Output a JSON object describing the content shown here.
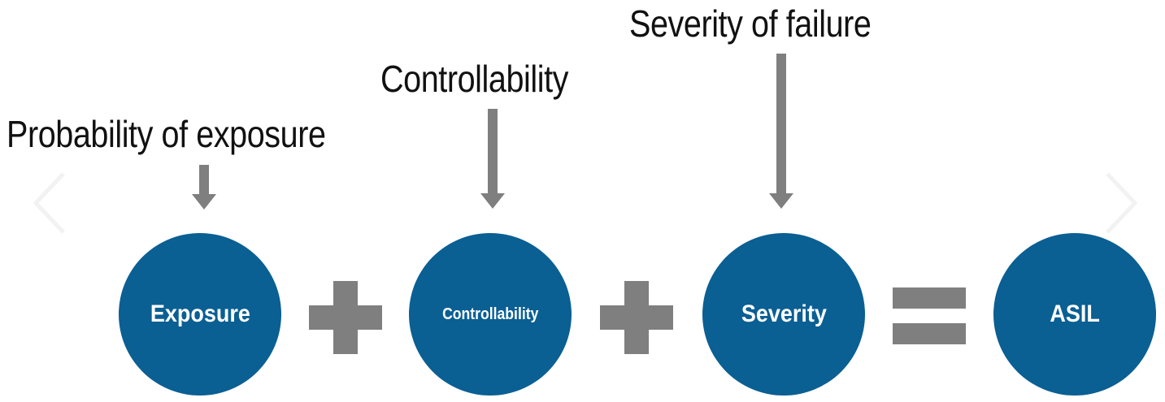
{
  "labels": {
    "probability": "Probability of exposure",
    "controllability": "Controllability",
    "severity": "Severity of failure"
  },
  "circles": {
    "exposure": "Exposure",
    "controllability": "Controllability",
    "severity": "Severity",
    "asil": "ASIL"
  },
  "colors": {
    "circle_fill": "#0a5f93",
    "arrow_gray": "#7f7f7f",
    "operator_gray": "#7f7f7f"
  },
  "icons": {
    "prev": "chevron-left-icon",
    "next": "chevron-right-icon",
    "plus": "plus-icon",
    "equals": "equals-icon"
  }
}
